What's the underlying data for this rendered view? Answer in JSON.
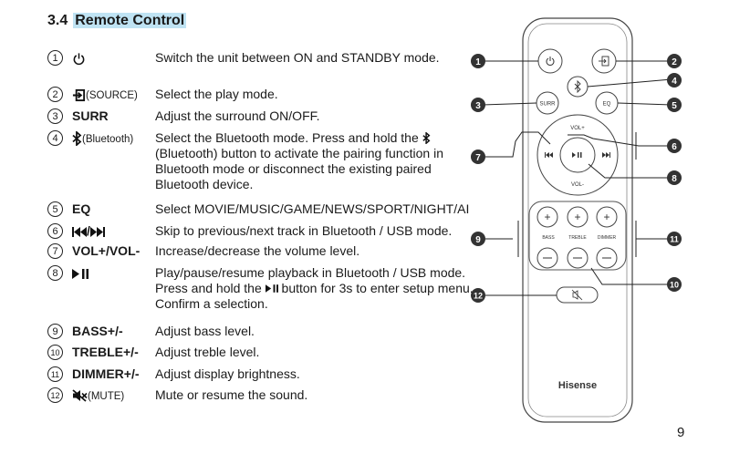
{
  "section": {
    "number": "3.4",
    "title": "Remote Control"
  },
  "rows": [
    {
      "n": "1",
      "key": "",
      "sub": "",
      "icon": "power-icon",
      "desc": "Switch the unit between ON and STANDBY mode."
    },
    {
      "n": "2",
      "key": "",
      "sub": "(SOURCE)",
      "icon": "source-icon",
      "desc": "Select the play mode."
    },
    {
      "n": "3",
      "key": "SURR",
      "sub": "",
      "icon": "",
      "desc": "Adjust the surround ON/OFF."
    },
    {
      "n": "4",
      "key": "",
      "sub": "(Bluetooth)",
      "icon": "bluetooth-icon",
      "desc_parts": [
        "Select the Bluetooth mode. Press and hold the ",
        "(Bluetooth) button to activate the pairing function in Bluetooth mode or disconnect the existing paired Bluetooth device."
      ]
    },
    {
      "n": "5",
      "key": "EQ",
      "sub": "",
      "icon": "",
      "desc": "Select MOVIE/MUSIC/GAME/NEWS/SPORT/NIGHT/AI"
    },
    {
      "n": "6",
      "key": "/",
      "sub": "",
      "icon": "skip-icons",
      "desc": "Skip to previous/next track in Bluetooth / USB mode."
    },
    {
      "n": "7",
      "key": "VOL+/VOL-",
      "sub": "",
      "icon": "",
      "desc": "Increase/decrease the volume level."
    },
    {
      "n": "8",
      "key": "",
      "sub": "",
      "icon": "play-pause-icon",
      "desc_parts": [
        "Play/pause/resume playback in Bluetooth / USB mode. Press and hold the ",
        "button for 3s to enter setup menu. Confirm a selection."
      ]
    },
    {
      "n": "9",
      "key": "BASS+/-",
      "sub": "",
      "icon": "",
      "desc": "Adjust bass level."
    },
    {
      "n": "10",
      "key": "TREBLE+/-",
      "sub": "",
      "icon": "",
      "desc": "Adjust treble level."
    },
    {
      "n": "11",
      "key": "DIMMER+/-",
      "sub": "",
      "icon": "",
      "desc": "Adjust display brightness."
    },
    {
      "n": "12",
      "key": "",
      "sub": "(MUTE)",
      "icon": "mute-icon",
      "desc": "Mute or resume the sound."
    }
  ],
  "remote": {
    "surr_label": "SURR",
    "eq_label": "EQ",
    "vol_plus": "VOL+",
    "vol_minus": "VOL-",
    "bass": "BASS",
    "treble": "TREBLE",
    "dimmer": "DIMMER",
    "brand": "Hisense"
  },
  "page_number": "9"
}
